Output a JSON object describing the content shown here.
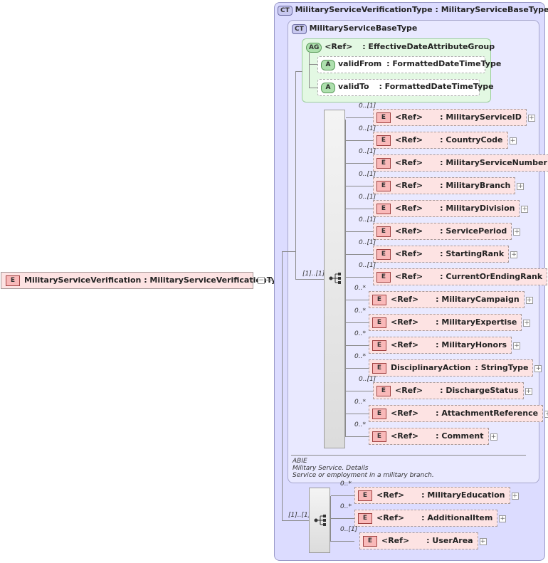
{
  "root": {
    "tag": "E",
    "name": "MilitaryServiceVerification",
    "type": ": MilitaryServiceVerificationType"
  },
  "outer_type": {
    "tag": "CT",
    "title": "MilitaryServiceVerificationType : MilitaryServiceBaseType"
  },
  "inner_type": {
    "tag": "CT",
    "title": "MilitaryServiceBaseType"
  },
  "attribute_group": {
    "tag": "AG",
    "ref": "<Ref>",
    "name": ": EffectiveDateAttributeGroup",
    "attributes": [
      {
        "tag": "A",
        "name": "validFrom",
        "type": ": FormattedDateTimeType"
      },
      {
        "tag": "A",
        "name": "validTo",
        "type": ": FormattedDateTimeType"
      }
    ]
  },
  "sequence1": {
    "occurrence": "[1]..[1]"
  },
  "elements": [
    {
      "occ": "0..[1]",
      "tag": "E",
      "ref": "<Ref>",
      "name": ": MilitaryServiceID"
    },
    {
      "occ": "0..[1]",
      "tag": "E",
      "ref": "<Ref>",
      "name": ": CountryCode"
    },
    {
      "occ": "0..[1]",
      "tag": "E",
      "ref": "<Ref>",
      "name": ": MilitaryServiceNumber"
    },
    {
      "occ": "0..[1]",
      "tag": "E",
      "ref": "<Ref>",
      "name": ": MilitaryBranch"
    },
    {
      "occ": "0..[1]",
      "tag": "E",
      "ref": "<Ref>",
      "name": ": MilitaryDivision"
    },
    {
      "occ": "0..[1]",
      "tag": "E",
      "ref": "<Ref>",
      "name": ": ServicePeriod"
    },
    {
      "occ": "0..[1]",
      "tag": "E",
      "ref": "<Ref>",
      "name": ": StartingRank"
    },
    {
      "occ": "0..[1]",
      "tag": "E",
      "ref": "<Ref>",
      "name": ": CurrentOrEndingRank"
    },
    {
      "occ": "0..*",
      "tag": "E",
      "ref": "<Ref>",
      "name": ": MilitaryCampaign"
    },
    {
      "occ": "0..*",
      "tag": "E",
      "ref": "<Ref>",
      "name": ": MilitaryExpertise"
    },
    {
      "occ": "0..*",
      "tag": "E",
      "ref": "<Ref>",
      "name": ": MilitaryHonors"
    },
    {
      "occ": "0..*",
      "tag": "E",
      "ref": "DisciplinaryAction",
      "name": ": StringType"
    },
    {
      "occ": "0..[1]",
      "tag": "E",
      "ref": "<Ref>",
      "name": ": DischargeStatus"
    },
    {
      "occ": "0..*",
      "tag": "E",
      "ref": "<Ref>",
      "name": ": AttachmentReference"
    },
    {
      "occ": "0..*",
      "tag": "E",
      "ref": "<Ref>",
      "name": ": Comment"
    }
  ],
  "doc": {
    "line1": "ABIE",
    "line2": "Military Service. Details",
    "line3": "Service or employment in a military branch."
  },
  "sequence2": {
    "occurrence": "[1]..[1]"
  },
  "elements2": [
    {
      "occ": "0..*",
      "tag": "E",
      "ref": "<Ref>",
      "name": ": MilitaryEducation"
    },
    {
      "occ": "0..*",
      "tag": "E",
      "ref": "<Ref>",
      "name": ": AdditionalItem"
    },
    {
      "occ": "0..[1]",
      "tag": "E",
      "ref": "<Ref>",
      "name": ": UserArea"
    }
  ]
}
